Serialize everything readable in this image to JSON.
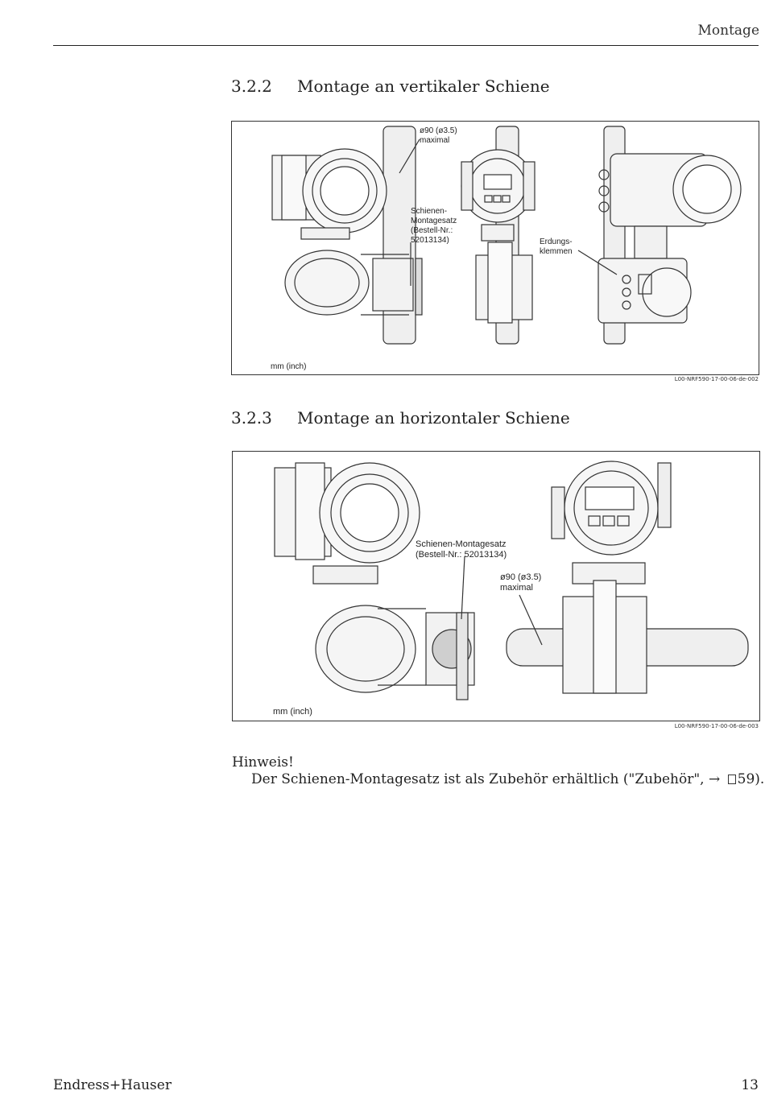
{
  "header": {
    "section_label": "Montage"
  },
  "section_vertical": {
    "number": "3.2.2",
    "title": "Montage an vertikaler Schiene",
    "figure": {
      "diameter_label_1": "ø90 (ø3.5)",
      "diameter_label_2": "maximal",
      "kit_label_1": "Schienen-",
      "kit_label_2": "Montagesatz",
      "kit_label_3": "(Bestell-Nr.:",
      "kit_label_4": "52013134)",
      "ground_label_1": "Erdungs-",
      "ground_label_2": "klemmen",
      "unit_label": "mm (inch)",
      "figure_id": "L00-NRF590-17-00-06-de-002"
    }
  },
  "section_horizontal": {
    "number": "3.2.3",
    "title": "Montage an horizontaler Schiene",
    "figure": {
      "kit_label_1": "Schienen-Montagesatz",
      "kit_label_2": "(Bestell-Nr.: 52013134)",
      "diameter_label_1": "ø90 (ø3.5)",
      "diameter_label_2": "maximal",
      "unit_label": "mm (inch)",
      "figure_id": "L00-NRF590-17-00-06-de-003"
    }
  },
  "note": {
    "label": "Hinweis!",
    "text_before": "Der Schienen-Montagesatz ist als Zubehör erhältlich (\"Zubehör\", ",
    "arrow": "→",
    "page_ref": "59",
    "text_after": ")."
  },
  "footer": {
    "brand": "Endress+Hauser",
    "page_number": "13"
  }
}
